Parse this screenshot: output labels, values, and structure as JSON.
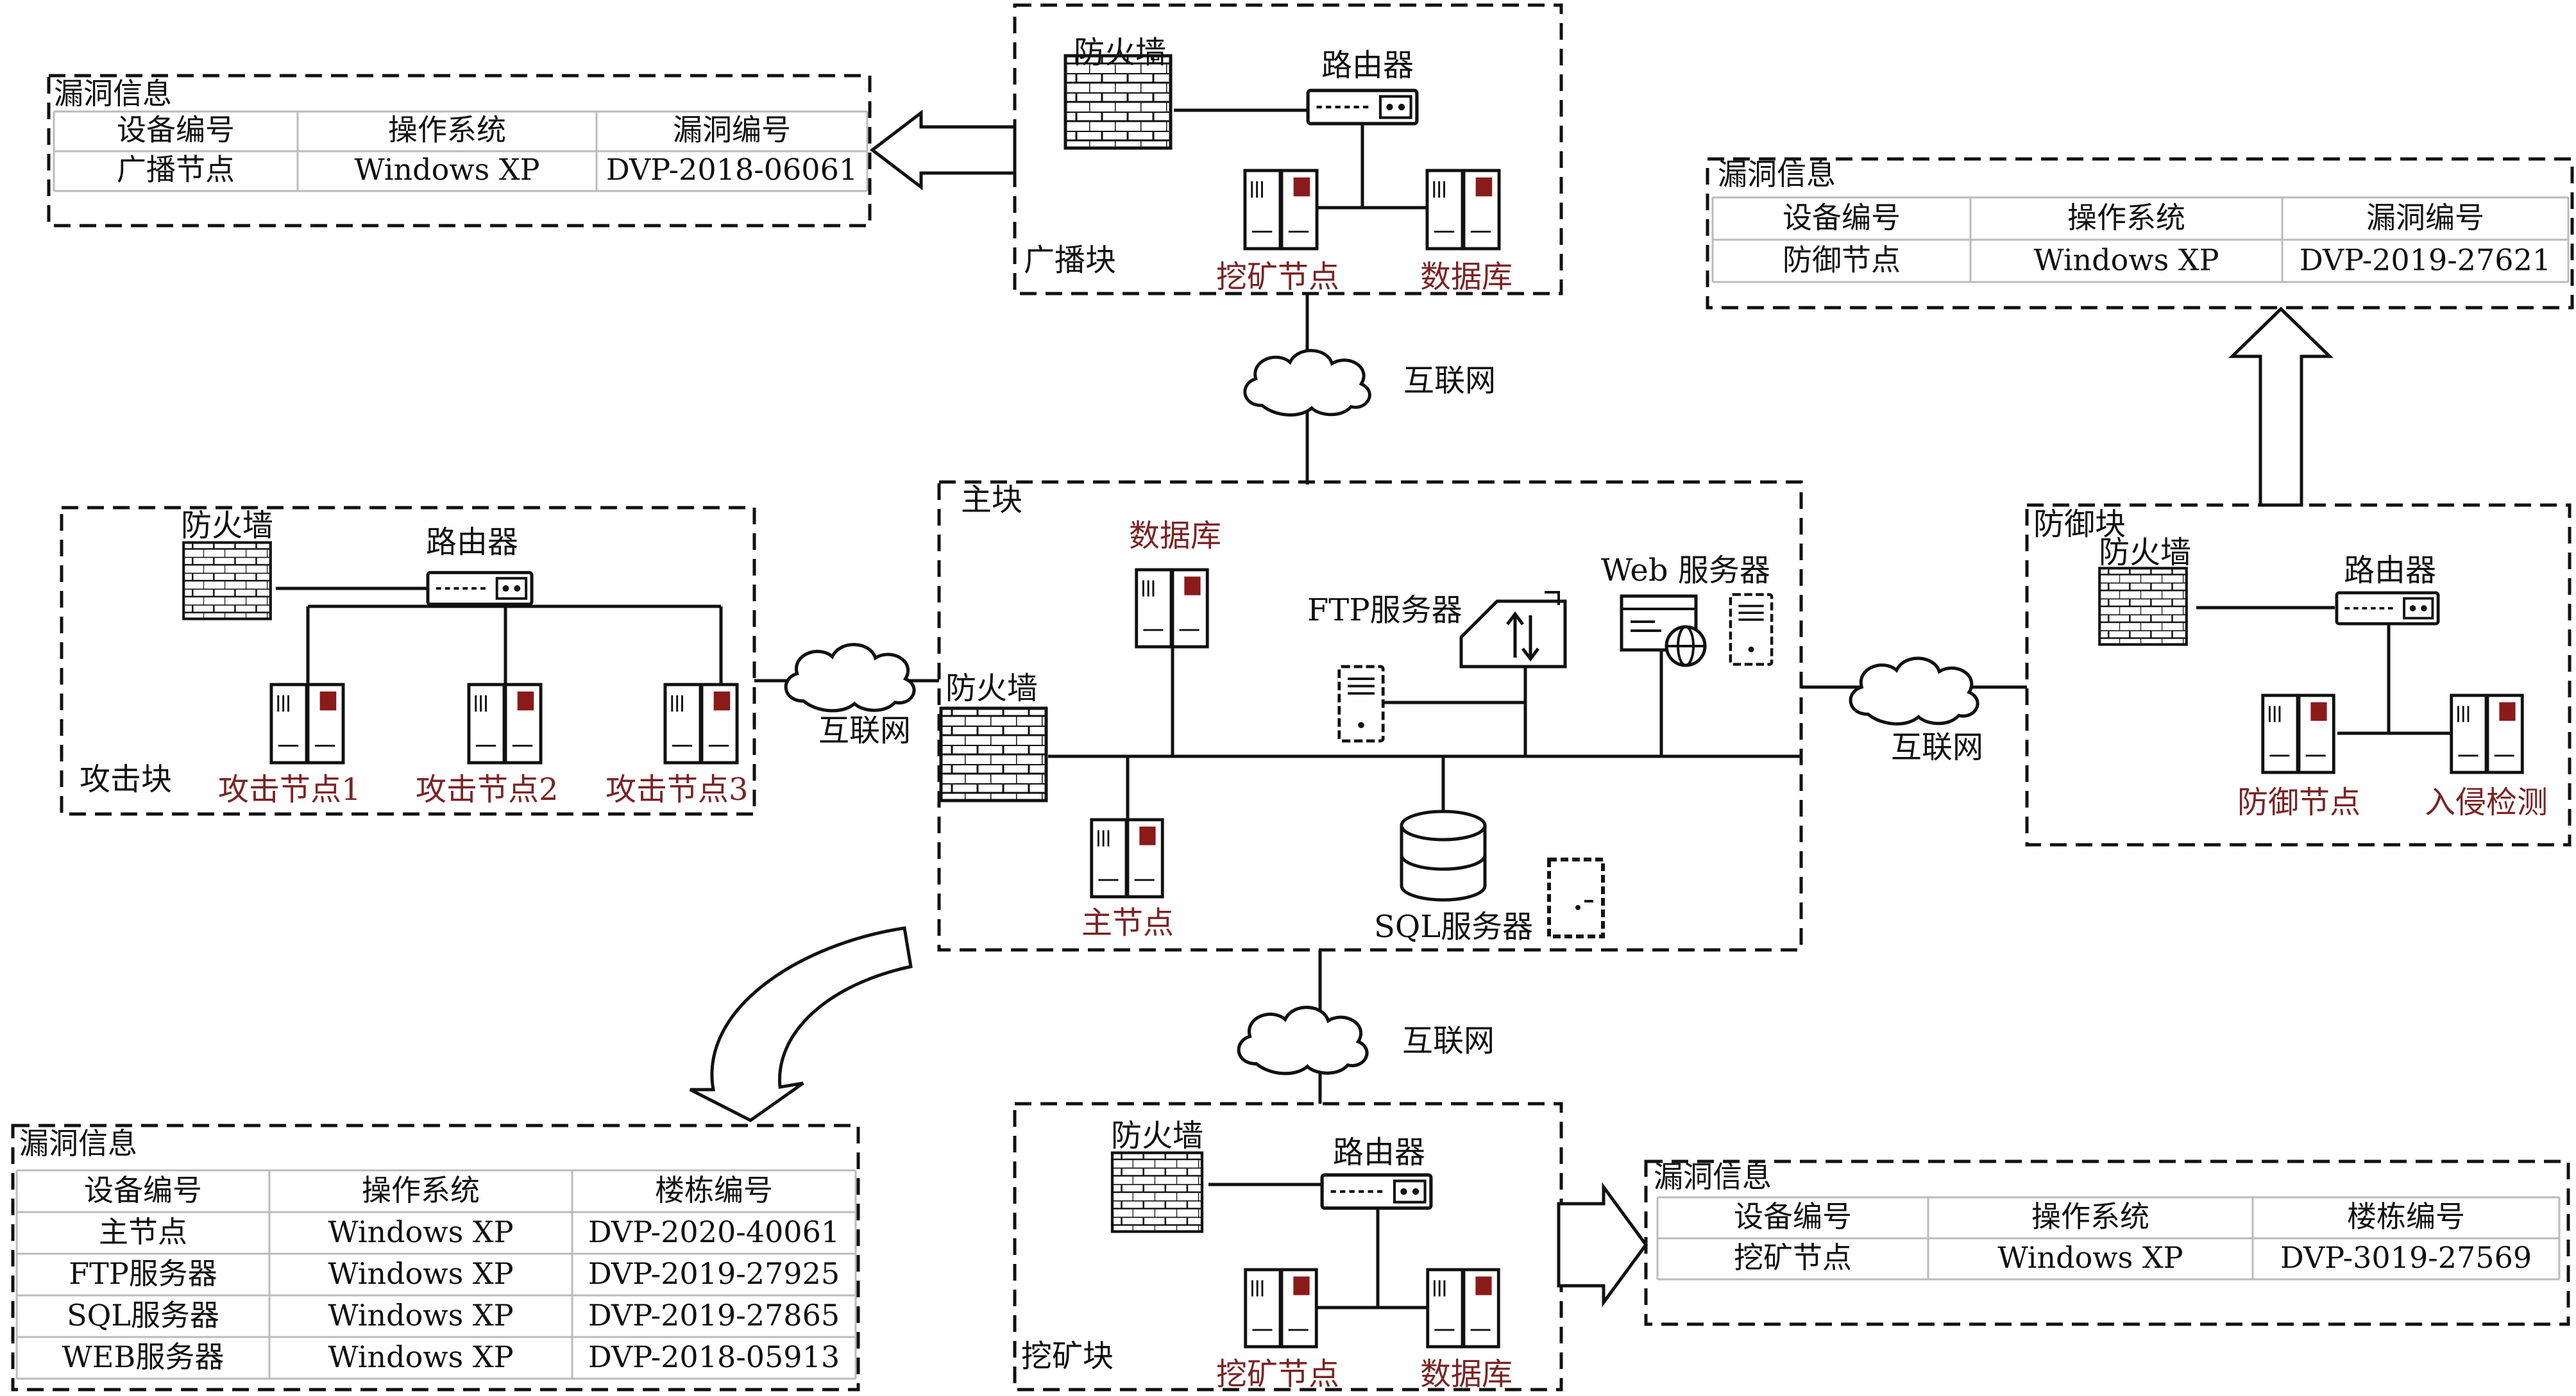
{
  "labels": {
    "internet": "互联网",
    "firewall": "防火墙",
    "router": "路由器",
    "database": "数据库",
    "mining_node": "挖矿节点",
    "defense_node": "防御节点",
    "intrusion_detection": "入侵检测",
    "attack_node_1": "攻击节点1",
    "attack_node_2": "攻击节点2",
    "attack_node_3": "攻击节点3",
    "master_node": "主节点",
    "ftp_server": "FTP服务器",
    "web_server": "Web 服务器",
    "sql_server": "SQL服务器"
  },
  "blocks": {
    "broadcast": "广播块",
    "main": "主块",
    "attack": "攻击块",
    "defense": "防御块",
    "mining": "挖矿块"
  },
  "vuln_tables": {
    "broadcast": {
      "title": "漏洞信息",
      "headers": [
        "设备编号",
        "操作系统",
        "漏洞编号"
      ],
      "rows": [
        [
          "广播节点",
          "Windows XP",
          "DVP-2018-06061"
        ]
      ]
    },
    "defense": {
      "title": "漏洞信息",
      "headers": [
        "设备编号",
        "操作系统",
        "漏洞编号"
      ],
      "rows": [
        [
          "防御节点",
          "Windows XP",
          "DVP-2019-27621"
        ]
      ]
    },
    "main": {
      "title": "漏洞信息",
      "headers": [
        "设备编号",
        "操作系统",
        "楼栋编号"
      ],
      "rows": [
        [
          "主节点",
          "Windows XP",
          "DVP-2020-40061"
        ],
        [
          "FTP服务器",
          "Windows XP",
          "DVP-2019-27925"
        ],
        [
          "SQL服务器",
          "Windows XP",
          "DVP-2019-27865"
        ],
        [
          "WEB服务器",
          "Windows XP",
          "DVP-2018-05913"
        ]
      ]
    },
    "mining": {
      "title": "漏洞信息",
      "headers": [
        "设备编号",
        "操作系统",
        "楼栋编号"
      ],
      "rows": [
        [
          "挖矿节点",
          "Windows XP",
          "DVP-3019-27569"
        ]
      ]
    }
  },
  "colors": {
    "line": "#111111",
    "device_label": "#7a2424",
    "server_light": "#8b1a1a",
    "table_grid": "#bbbbbb"
  }
}
